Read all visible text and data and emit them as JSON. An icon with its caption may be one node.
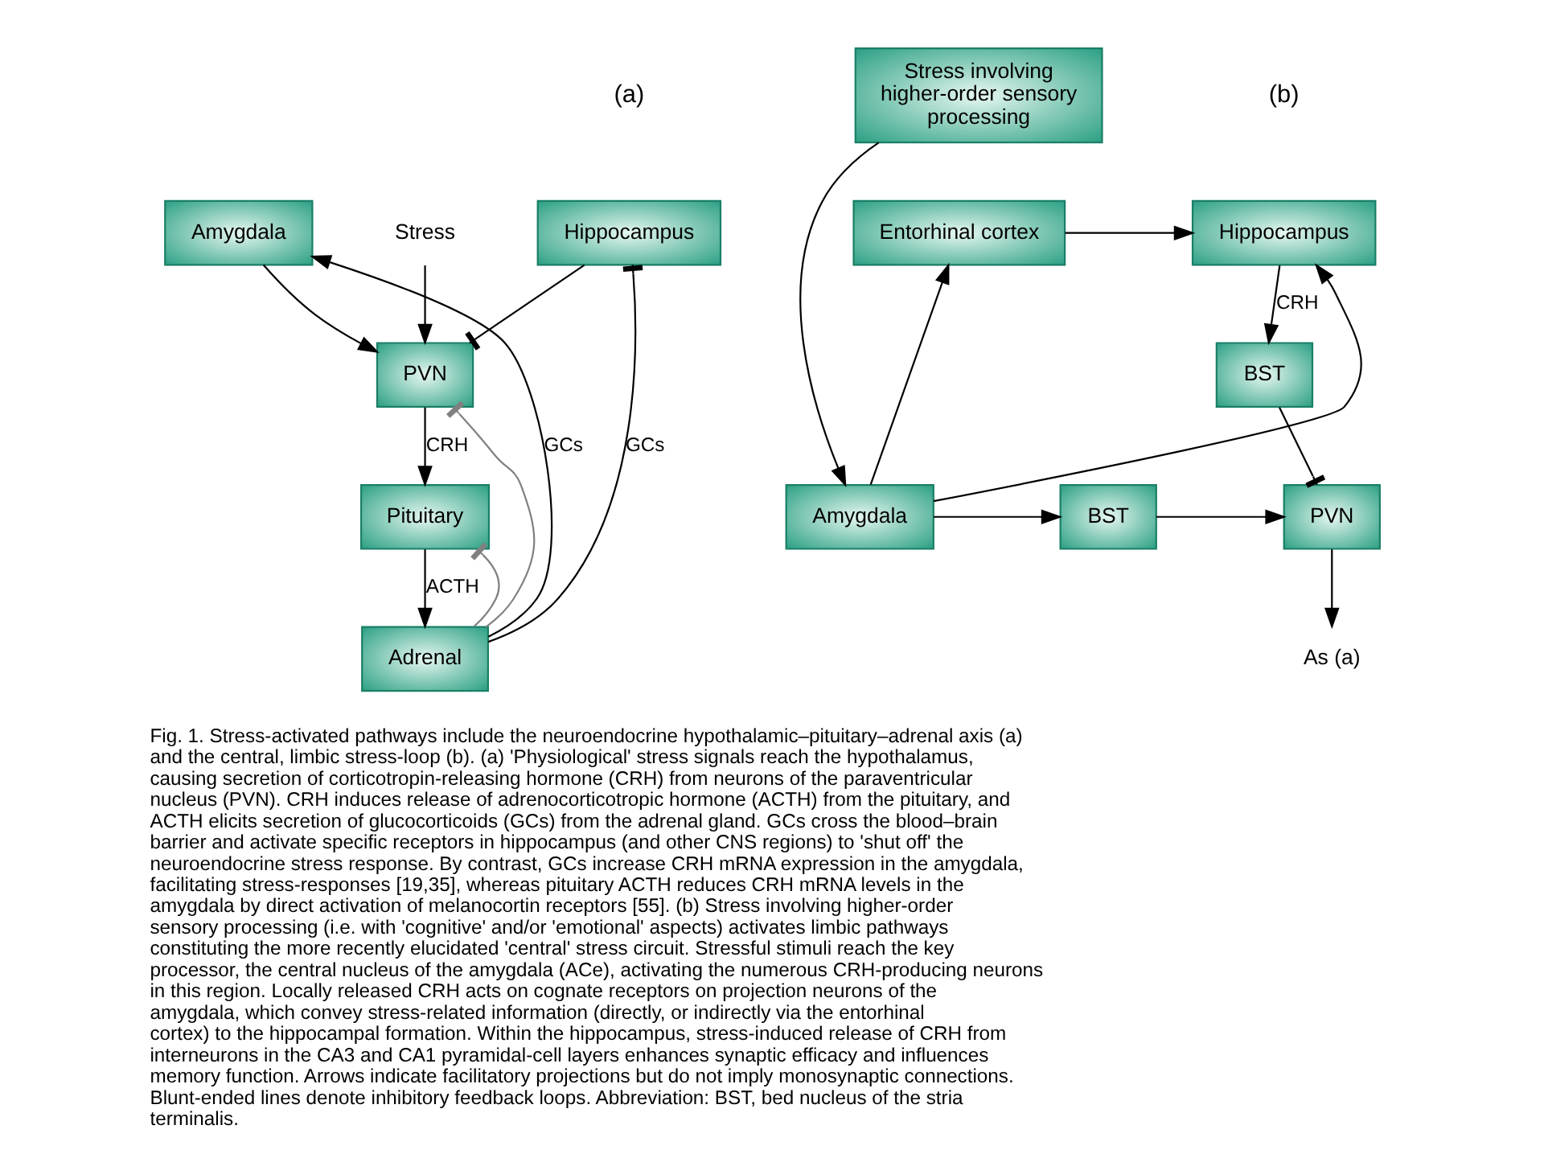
{
  "diagram": {
    "caption": "Fig. 1. Stress-activated pathways include the neuroendocrine hypothalamic–pituitary–adrenal axis (a) and the central, limbic stress-loop (b). (a) 'Physiological' stress signals reach the hypothalamus, causing secretion of corticotropin-releasing hormone (CRH) from neurons of the paraventricular nucleus (PVN). CRH induces release of adrenocorticotropic hormone (ACTH) from the pituitary, and ACTH elicits secretion of glucocorticoids (GCs) from the adrenal gland. GCs cross the blood–brain barrier and activate specific receptors in hippocampus (and other CNS regions) to 'shut off' the neuroendocrine stress response. By contrast, GCs increase CRH mRNA expression in the amygdala, facilitating stress-responses [19,35], whereas pituitary ACTH reduces CRH mRNA levels in the amygdala by direct activation of melanocortin receptors [55]. (b) Stress involving higher-order sensory processing (i.e. with 'cognitive' and/or 'emotional' aspects) activates limbic pathways constituting the more recently elucidated 'central' stress circuit. Stressful stimuli reach the key processor, the central nucleus of the amygdala (ACe), activating the numerous CRH-producing neurons in this region. Locally released CRH acts on cognate receptors on projection neurons of the amygdala, which convey stress-related information (directly, or indirectly via the entorhinal cortex) to the hippocampal formation. Within the hippocampus, stress-induced release of CRH from interneurons in the CA3 and CA1 pyramidal-cell layers enhances synaptic efficacy and influences memory function. Arrows indicate facilitatory projections but do not imply monosynaptic connections. Blunt-ended lines denote inhibitory feedback loops. Abbreviation: BST, bed nucleus of the stria terminalis.",
    "nodes": [
      {
        "text": [
          "Hippocampus"
        ]
      },
      {
        "text": [
          "Stress"
        ]
      },
      {
        "text": [
          "Amygdala"
        ]
      },
      {
        "text": [
          "PVN"
        ]
      },
      {
        "text": [
          "Pituitary"
        ]
      },
      {
        "text": [
          "Adrenal"
        ]
      },
      {
        "text": [
          "Hippocampus"
        ]
      },
      {
        "text": [
          "Entorhinal cortex"
        ]
      },
      {
        "text": [
          "BST"
        ]
      },
      {
        "text": [
          "PVN"
        ]
      },
      {
        "text": [
          "BST"
        ]
      },
      {
        "text": [
          "Amygdala"
        ]
      },
      {
        "text": [
          "As (a)"
        ]
      },
      {
        "text": [
          "Stress involving higher-order sensory processing"
        ]
      }
    ],
    "edges": [
      {
        "from": 0,
        "to": 3,
        "arrow": "other"
      },
      {
        "from": 1,
        "to": 3,
        "arrow": "to"
      },
      {
        "from": 2,
        "to": 3,
        "arrow": "to"
      },
      {
        "from": 5,
        "to": 3,
        "arrow": "other",
        "color": "#808080"
      },
      {
        "from": 3,
        "to": 4,
        "arrow": "to",
        "label": "CRH"
      },
      {
        "from": 5,
        "to": 4,
        "arrow": "other",
        "color": "#808080"
      },
      {
        "from": 4,
        "to": 5,
        "arrow": "to",
        "label": "ACTH"
      },
      {
        "from": 5,
        "to": 0,
        "arrow": "other",
        "label": "GCs"
      },
      {
        "from": 5,
        "to": 2,
        "arrow": "to",
        "label": "GCs"
      },
      {
        "from": 7,
        "to": 6,
        "arrow": "to"
      },
      {
        "from": 6,
        "to": 8,
        "arrow": "to",
        "label": "CRH"
      },
      {
        "from": 11,
        "to": 6,
        "arrow": "to"
      },
      {
        "from": 11,
        "to": 7,
        "arrow": "to"
      },
      {
        "from": 8,
        "to": 9,
        "arrow": "other"
      },
      {
        "from": 10,
        "to": 9,
        "arrow": "to"
      },
      {
        "from": 11,
        "to": 10,
        "arrow": "to"
      },
      {
        "from": 9,
        "to": 12,
        "arrow": "to"
      },
      {
        "from": 13,
        "to": 11,
        "arrow": "to"
      }
    ],
    "labels": [
      "(a)",
      "(b)"
    ]
  }
}
